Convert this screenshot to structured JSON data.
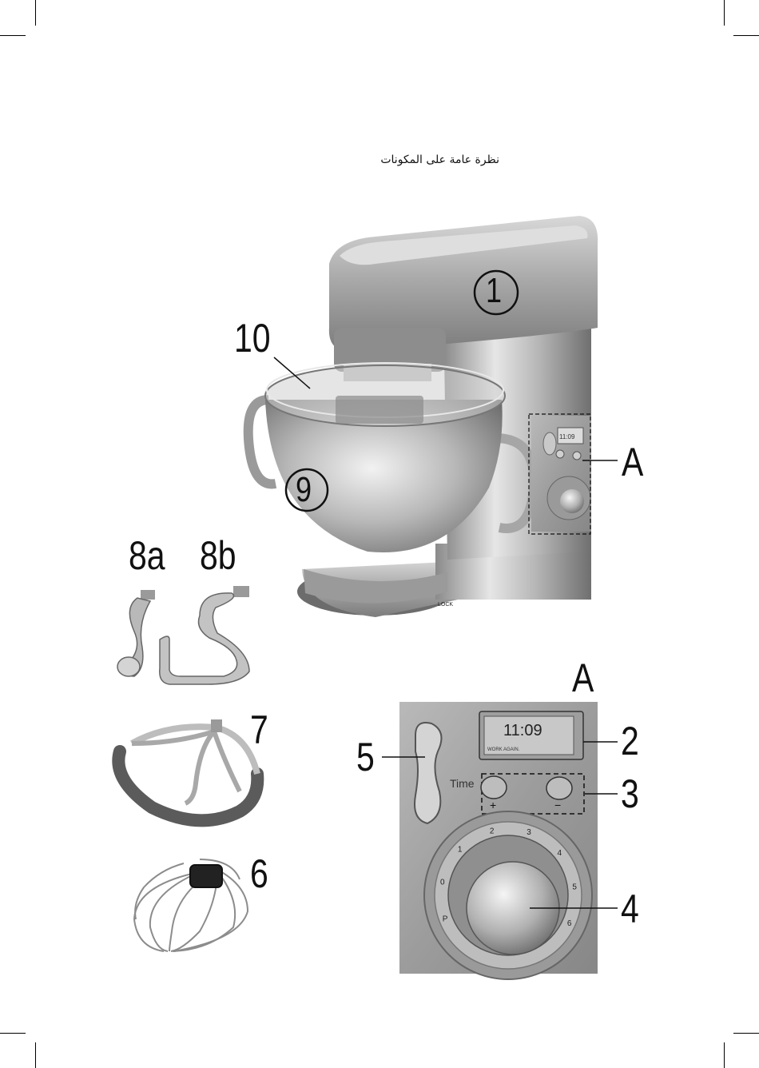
{
  "page": {
    "heading": "نظرة عامة على المكونات"
  },
  "callouts": {
    "mixer_body": "1",
    "lid": "10",
    "bowl": "9",
    "control_panel": "A",
    "dough_hook_a": "8a",
    "dough_hook_b": "8b",
    "flat_beater": "7",
    "whisk": "6",
    "detail_title": "A",
    "display": "2",
    "buttons": "3",
    "dial": "4",
    "lever": "5"
  },
  "device": {
    "lock_label": "LOCK",
    "display_time": "11:09",
    "display_message": "WORK AGAIN.",
    "time_label": "Time",
    "plus_symbol": "+",
    "minus_symbol": "−",
    "dial_marks": [
      "P",
      "0",
      "1",
      "2",
      "3",
      "4",
      "5",
      "6"
    ],
    "small_display_text": "11:09"
  },
  "colors": {
    "steel_dark": "#6e6e6e",
    "steel_mid": "#a9a9a9",
    "steel_light": "#e2e2e2",
    "silicone": "#5b5b5b"
  }
}
